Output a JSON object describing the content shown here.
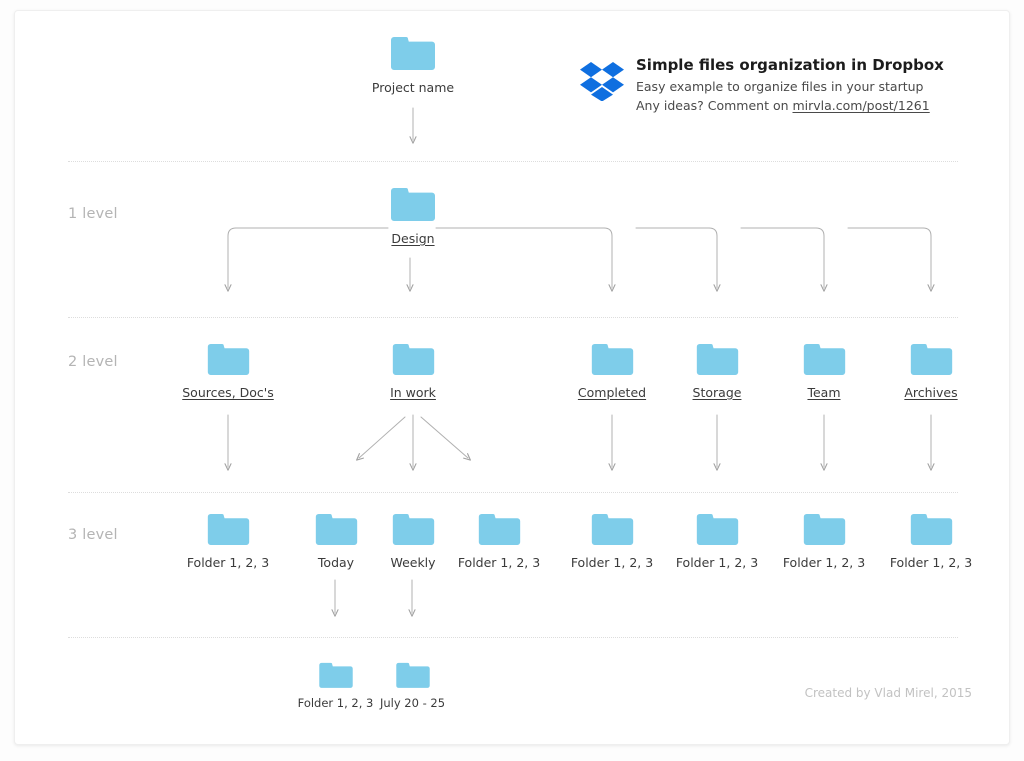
{
  "colors": {
    "folder": "#7ecdea",
    "folder_tab": "#7ecdea",
    "dropbox_blue": "#0f6fe0",
    "connector": "#a9a9a9",
    "separator": "#dddddd",
    "level_label": "#b4b4b4",
    "credit": "#c2c2c2",
    "card_bg": "#ffffff",
    "page_bg": "#fdfdfd"
  },
  "header": {
    "logo_icon": "dropbox-logo-icon",
    "title": "Simple files organization in Dropbox",
    "subtitle": "Easy example to organize files in your startup",
    "comment_prefix": "Any ideas? Comment on ",
    "link_text": "mirvla.com/post/1261"
  },
  "levels": [
    {
      "id": "level-1",
      "label": "1 level"
    },
    {
      "id": "level-2",
      "label": "2 level"
    },
    {
      "id": "level-3",
      "label": "3 level"
    }
  ],
  "root": {
    "label": "Project name",
    "underline": false
  },
  "level1": [
    {
      "label": "Design",
      "underline": true
    }
  ],
  "level2": [
    {
      "label": "Sources, Doc's",
      "underline": true
    },
    {
      "label": "In work",
      "underline": true
    },
    {
      "label": "Completed",
      "underline": true
    },
    {
      "label": "Storage",
      "underline": true
    },
    {
      "label": "Team",
      "underline": true
    },
    {
      "label": "Archives",
      "underline": true
    }
  ],
  "level3": [
    {
      "label": "Folder 1, 2, 3",
      "underline": false
    },
    {
      "label": "Today",
      "underline": false
    },
    {
      "label": "Weekly",
      "underline": false
    },
    {
      "label": "Folder 1, 2, 3",
      "underline": false
    },
    {
      "label": "Folder 1, 2, 3",
      "underline": false
    },
    {
      "label": "Folder 1, 2, 3",
      "underline": false
    },
    {
      "label": "Folder 1, 2, 3",
      "underline": false
    },
    {
      "label": "Folder 1, 2, 3",
      "underline": false
    }
  ],
  "level4": [
    {
      "label": "Folder 1, 2, 3",
      "underline": false
    },
    {
      "label": "July 20 - 25",
      "underline": false
    }
  ],
  "footer": {
    "credit": "Created by Vlad Mirel, 2015"
  }
}
